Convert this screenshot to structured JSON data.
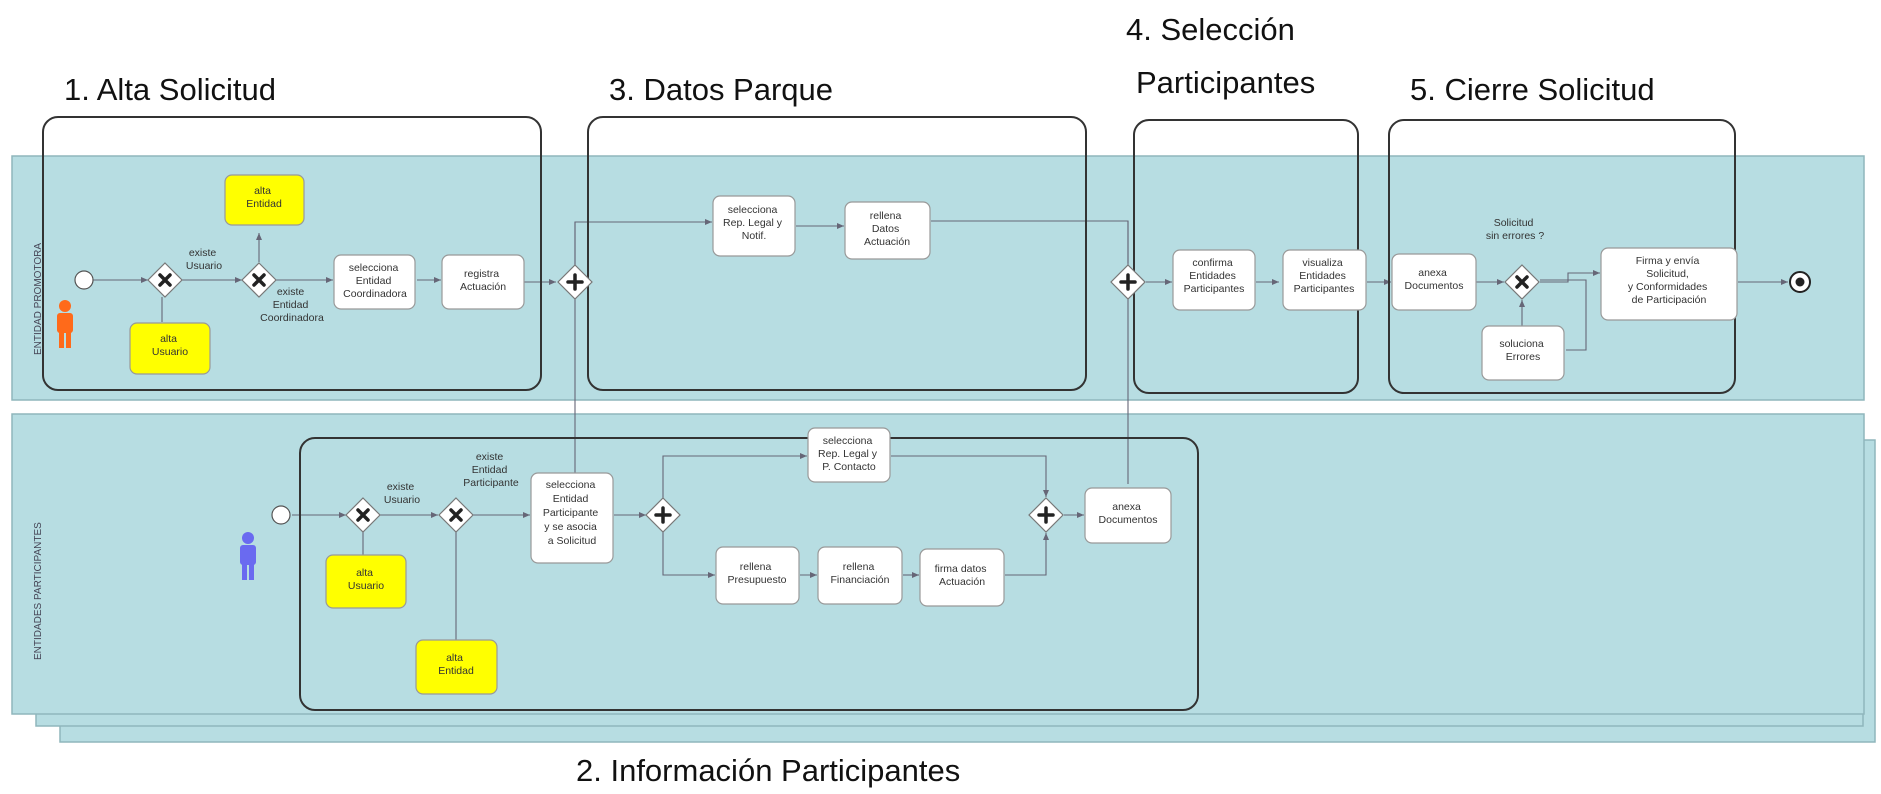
{
  "phases": {
    "p1": "1. Alta Solicitud",
    "p2": "2. Información Participantes",
    "p3": "3. Datos Parque",
    "p4_line1": "4. Selección",
    "p4_line2": "Participantes",
    "p5": "5. Cierre Solicitud"
  },
  "lanes": {
    "promotora": "ENTIDAD PROMOTORA",
    "participantes": "ENTIDADES PARTICIPANTES"
  },
  "tasks": {
    "alta_entidad_top": [
      "alta",
      "Entidad"
    ],
    "alta_usuario_top": [
      "alta",
      "Usuario"
    ],
    "selecciona_coord": [
      "selecciona",
      "Entidad",
      "Coordinadora"
    ],
    "registra_actuacion": [
      "registra",
      "Actuación"
    ],
    "selecciona_rep_top": [
      "selecciona",
      "Rep. Legal y",
      "Notif."
    ],
    "rellena_datos": [
      "rellena",
      "Datos",
      "Actuación"
    ],
    "confirma_entidades": [
      "confirma",
      "Entidades",
      "Participantes"
    ],
    "visualiza_entidades": [
      "visualiza",
      "Entidades",
      "Participantes"
    ],
    "anexa_docs_top": [
      "anexa",
      "Documentos"
    ],
    "soluciona_errores": [
      "soluciona",
      "Errores"
    ],
    "firma_envia": [
      "Firma y envía",
      "Solicitud,",
      "y Conformidades",
      "de Participación"
    ],
    "alta_usuario_bot": [
      "alta",
      "Usuario"
    ],
    "alta_entidad_bot": [
      "alta",
      "Entidad"
    ],
    "selecciona_participante": [
      "selecciona",
      "Entidad",
      "Participante",
      "y se asocia",
      "a Solicitud"
    ],
    "selecciona_rep_bot": [
      "selecciona",
      "Rep. Legal y",
      "P. Contacto"
    ],
    "rellena_presupuesto": [
      "rellena",
      "Presupuesto"
    ],
    "rellena_financiacion": [
      "rellena",
      "Financiación"
    ],
    "firma_datos": [
      "firma datos",
      "Actuación"
    ],
    "anexa_docs_bot": [
      "anexa",
      "Documentos"
    ]
  },
  "edge_labels": {
    "existe_usuario_top": [
      "existe",
      "Usuario"
    ],
    "existe_coord": [
      "existe",
      "Entidad",
      "Coordinadora"
    ],
    "solicitud_errores": [
      "Solicitud",
      "sin errores ?"
    ],
    "existe_usuario_bot": [
      "existe",
      "Usuario"
    ],
    "existe_participante": [
      "existe",
      "Entidad",
      "Participante"
    ]
  },
  "colors": {
    "lane_fill": "#b7dde2",
    "lane_stroke": "#8fb6bc",
    "task_fill": "#ffffff",
    "task_highlight": "#ffff00",
    "phase_box": "#333333",
    "actor_top": "#ff6a1a",
    "actor_bottom": "#6a6af0"
  },
  "icons": {
    "start_event": "start-event-icon",
    "end_event": "end-event-icon",
    "exclusive_gateway": "exclusive-gateway-icon",
    "parallel_gateway": "parallel-gateway-icon",
    "actor": "person-icon"
  }
}
